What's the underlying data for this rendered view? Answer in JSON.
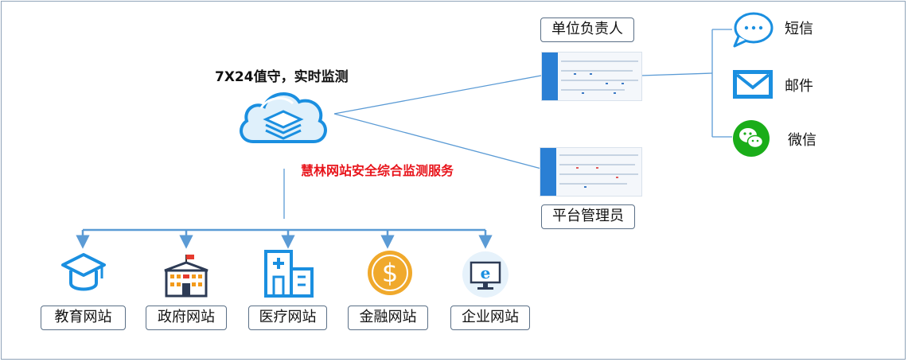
{
  "monitor": {
    "title": "7X24值守，实时监测"
  },
  "service": {
    "name": "慧林网站安全综合监测服务"
  },
  "roles": {
    "responsible": "单位负责人",
    "admin": "平台管理员"
  },
  "channels": [
    {
      "label": "短信",
      "icon": "sms-bubble-icon"
    },
    {
      "label": "邮件",
      "icon": "email-envelope-icon"
    },
    {
      "label": "微信",
      "icon": "wechat-icon"
    }
  ],
  "sites": [
    {
      "label": "教育网站",
      "icon": "graduation-cap-icon"
    },
    {
      "label": "政府网站",
      "icon": "government-building-icon"
    },
    {
      "label": "医疗网站",
      "icon": "hospital-icon"
    },
    {
      "label": "金融网站",
      "icon": "dollar-coin-icon"
    },
    {
      "label": "企业网站",
      "icon": "ie-monitor-icon"
    }
  ],
  "colors": {
    "connector": "#5b9bd5",
    "service_text": "#e8141b",
    "icon_blue": "#1a8fe0",
    "wechat_green": "#1aad19",
    "coin_gold": "#f0a92c"
  }
}
